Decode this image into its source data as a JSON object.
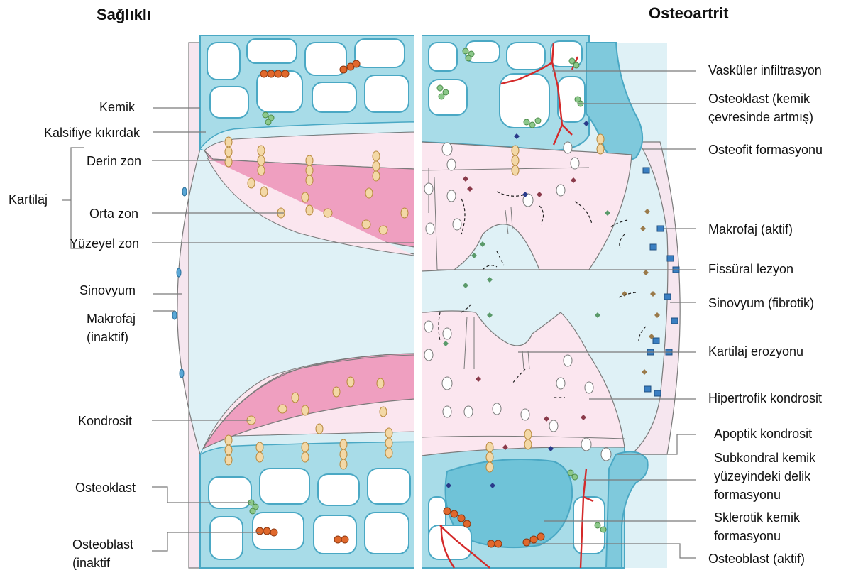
{
  "titles": {
    "healthy": "Sağlıklı",
    "oa": "Osteoartrit"
  },
  "left_labels": {
    "bone": "Kemik",
    "calcified": "Kalsifiye kıkırdak",
    "deep": "Derin zon",
    "cartilage": "Kartilaj",
    "middle": "Orta zon",
    "superficial": "Yüzeyel zon",
    "synovium": "Sinovyum",
    "macrophage1": "Makrofaj",
    "macrophage2": "(inaktif)",
    "chondrocyte": "Kondrosit",
    "osteoclast": "Osteoklast",
    "osteoblast1": "Osteoblast",
    "osteoblast2": "(inaktif"
  },
  "right_labels": {
    "vascular": "Vasküler infiltrasyon",
    "osteoclast1": "Osteoklast (kemik",
    "osteoclast2": "çevresinde artmış)",
    "osteophyte": "Osteofit formasyonu",
    "macrophage": "Makrofaj (aktif)",
    "fissure": "Fissüral lezyon",
    "synovium": "Sinovyum (fibrotik)",
    "erosion": "Kartilaj erozyonu",
    "hypertrophic": "Hipertrofik kondrosit",
    "apoptotic": "Apoptik kondrosit",
    "subchondral1": "Subkondral kemik",
    "subchondral2": "yüzeyindeki delik",
    "subchondral3": "formasyonu",
    "sclerotic1": "Sklerotik kemik",
    "sclerotic2": "formasyonu",
    "osteoblast": "Osteoblast (aktif)"
  },
  "colors": {
    "bone": "#a8dce8",
    "bone_outline": "#4aa8c4",
    "synovial_fluid": "#dff1f6",
    "cartilage_light": "#fbe6ef",
    "cartilage_pink": "#ef9fc0",
    "chondrocyte": "#f3d8a6",
    "osteoblast": "#e0682c",
    "osteoclast": "#8cc88a",
    "macrophage_active": "#3a7fc2",
    "vessel": "#d42a2a"
  }
}
